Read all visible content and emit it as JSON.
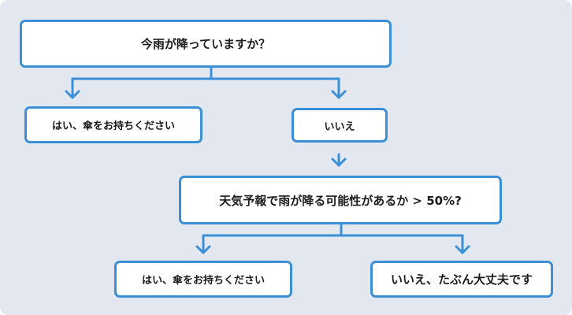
{
  "colors": {
    "background": "#e3e8f0",
    "node_border": "#3b8fd6",
    "node_fill": "#ffffff",
    "text": "#1c1c1c",
    "connector": "#3b8fd6"
  },
  "flowchart": {
    "question1": "今雨が降っていますか？",
    "q1_yes": "はい、傘をお持ちください",
    "q1_no": "いいえ",
    "question2": "天気予報で雨が降る可能性があるか > 50%?",
    "q2_yes": "はい、傘をお持ちください",
    "q2_no": "いいえ、たぶん大丈夫です"
  }
}
